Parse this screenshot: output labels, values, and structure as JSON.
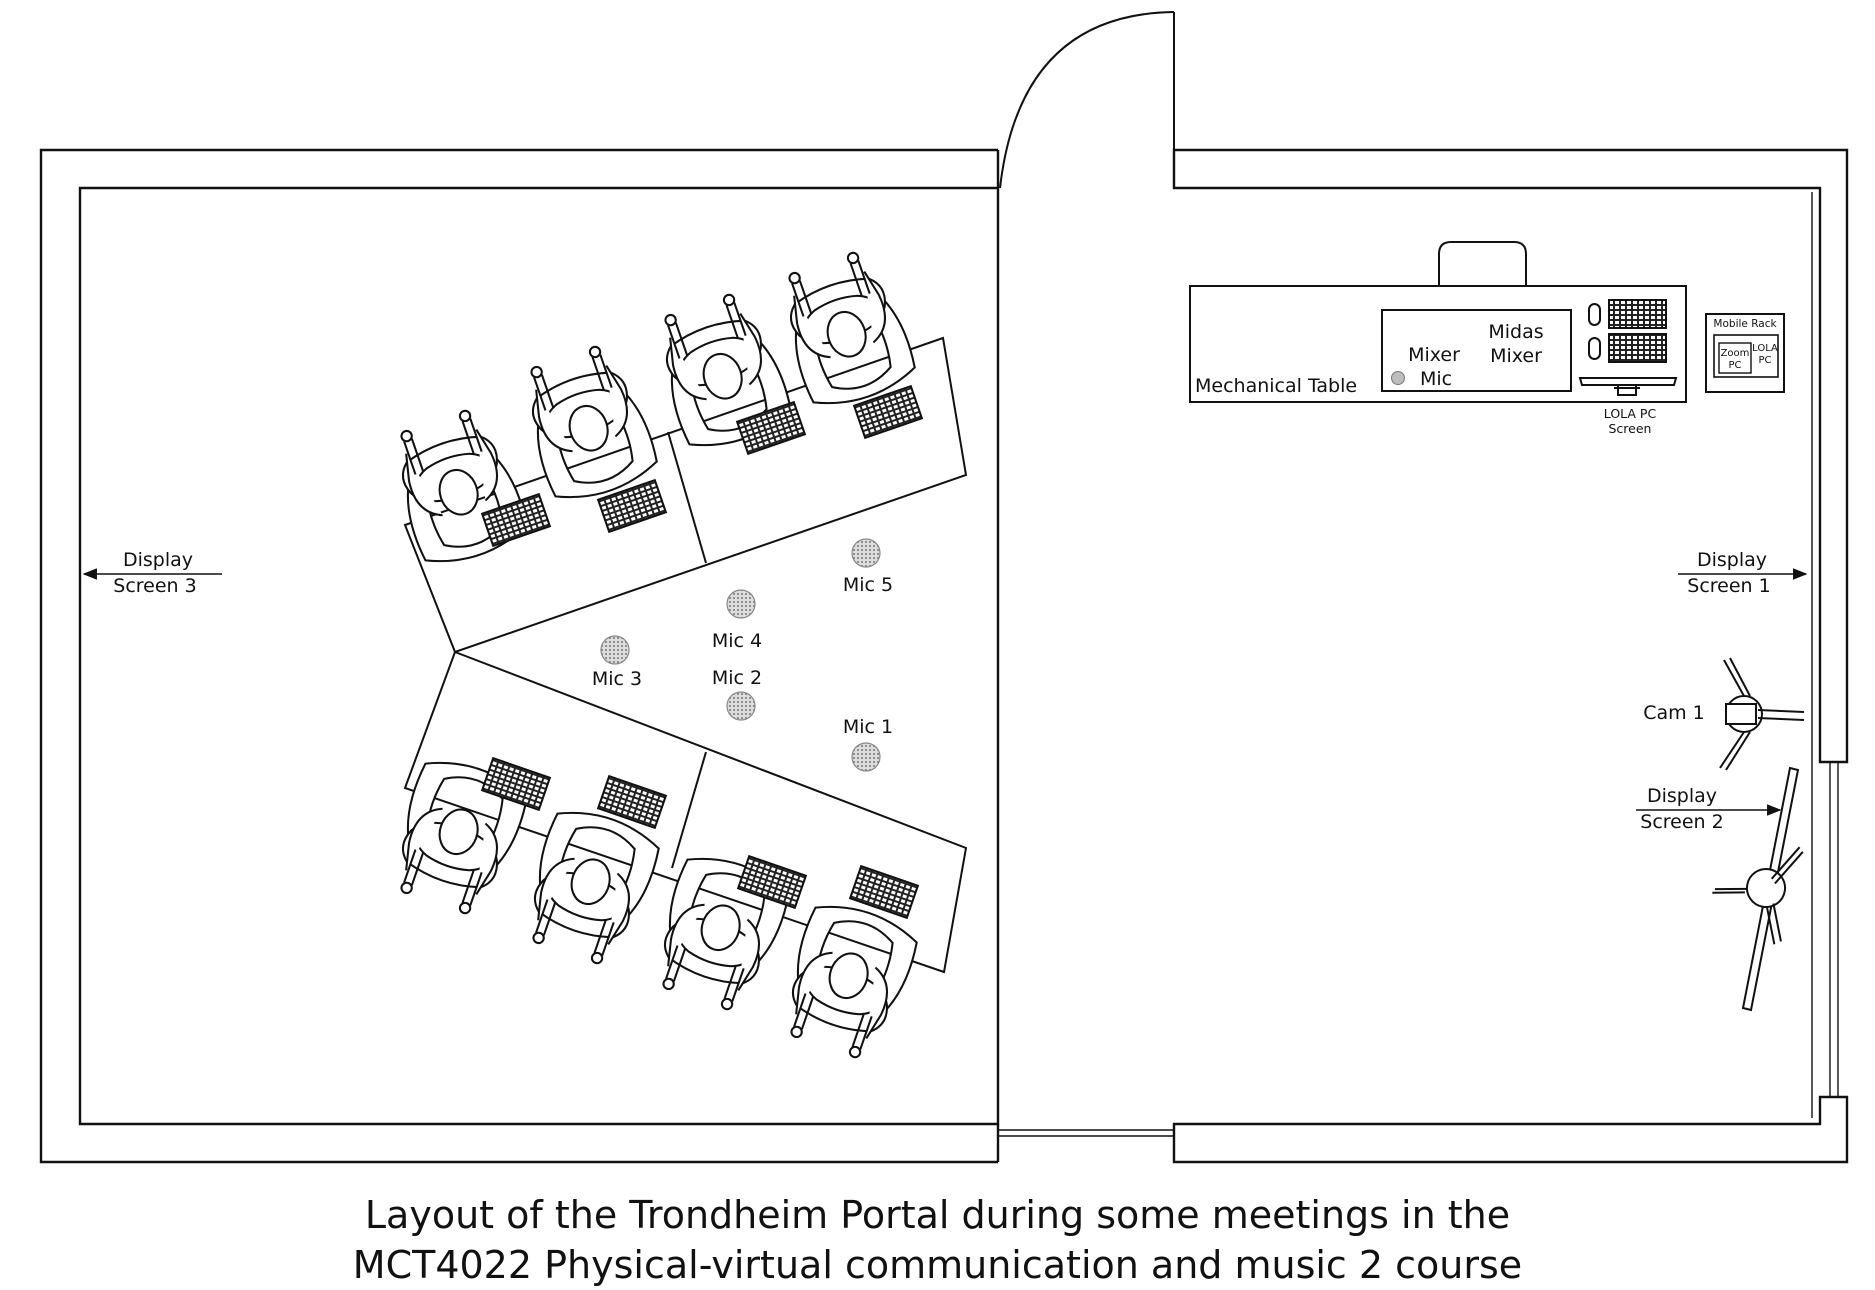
{
  "labels": {
    "display3_line1": "Display",
    "display3_line2": "Screen 3",
    "display1_line1": "Display",
    "display1_line2": "Screen 1",
    "display2_line1": "Display",
    "display2_line2": "Screen 2",
    "cam1": "Cam 1",
    "mic1": "Mic 1",
    "mic2": "Mic 2",
    "mic3": "Mic 3",
    "mic4": "Mic 4",
    "mic5": "Mic 5",
    "mechanical_table": "Mechanical  Table",
    "midas_line1": "Midas",
    "midas_line2": "Mixer",
    "mixer_line1": "Mixer",
    "mixer_line2": "Mic",
    "lola_screen_line1": "LOLA PC",
    "lola_screen_line2": "Screen",
    "mobile_rack": "Mobile Rack",
    "zoom_line1": "Zoom",
    "zoom_line2": "PC",
    "lola_pc_line1": "LOLA",
    "lola_pc_line2": "PC"
  },
  "caption": {
    "line1": "Layout of the Trondheim Portal during some meetings in the",
    "line2": "MCT4022 Physical-virtual communication and music 2 course"
  },
  "colors": {
    "ink": "#111111",
    "mic_fill": "#bdbdbd",
    "background": "#ffffff"
  }
}
